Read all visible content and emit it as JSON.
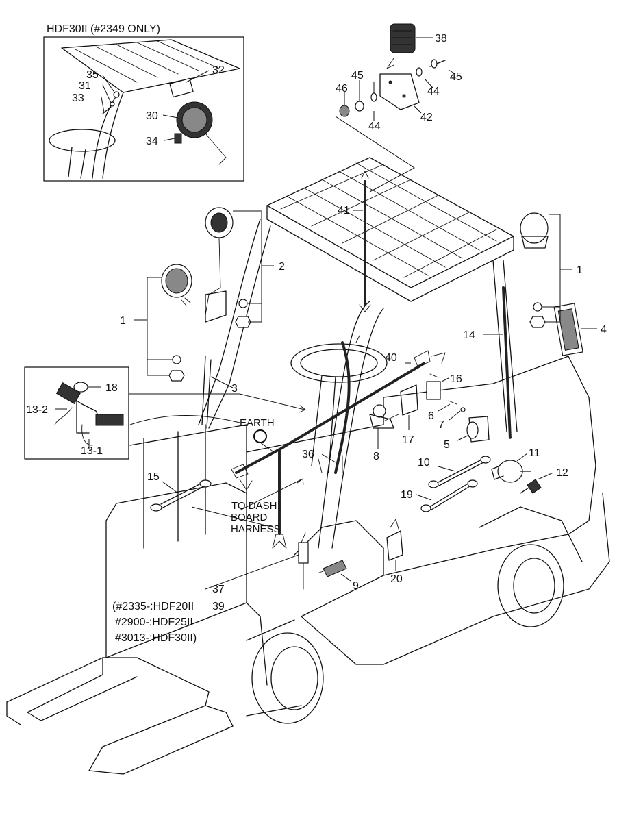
{
  "inset_title": "HDF30II  (#2349 ONLY)",
  "labels": {
    "earth": "EARTH",
    "to_dash_1": "TO DASH",
    "to_dash_2": "BOARD",
    "to_dash_3": "HARNESS",
    "model_note_1": "(#2335-:HDF20II",
    "model_note_2": "#2900-:HDF25II",
    "model_note_3": "#3013-:HDF30II)"
  },
  "callouts": {
    "p1": "1",
    "p1b": "1",
    "p2": "2",
    "p3": "3",
    "p4": "4",
    "p5": "5",
    "p6": "6",
    "p7": "7",
    "p8": "8",
    "p9": "9",
    "p10": "10",
    "p11": "11",
    "p12": "12",
    "p13_1": "13-1",
    "p13_2": "13-2",
    "p14": "14",
    "p15": "15",
    "p16": "16",
    "p17": "17",
    "p18": "18",
    "p19": "19",
    "p20": "20",
    "p30": "30",
    "p31": "31",
    "p32": "32",
    "p33": "33",
    "p34": "34",
    "p35": "35",
    "p36": "36",
    "p37": "37",
    "p38": "38",
    "p39": "39",
    "p40": "40",
    "p41": "41",
    "p42": "42",
    "p44a": "44",
    "p44b": "44",
    "p45a": "45",
    "p45b": "45",
    "p46": "46"
  }
}
